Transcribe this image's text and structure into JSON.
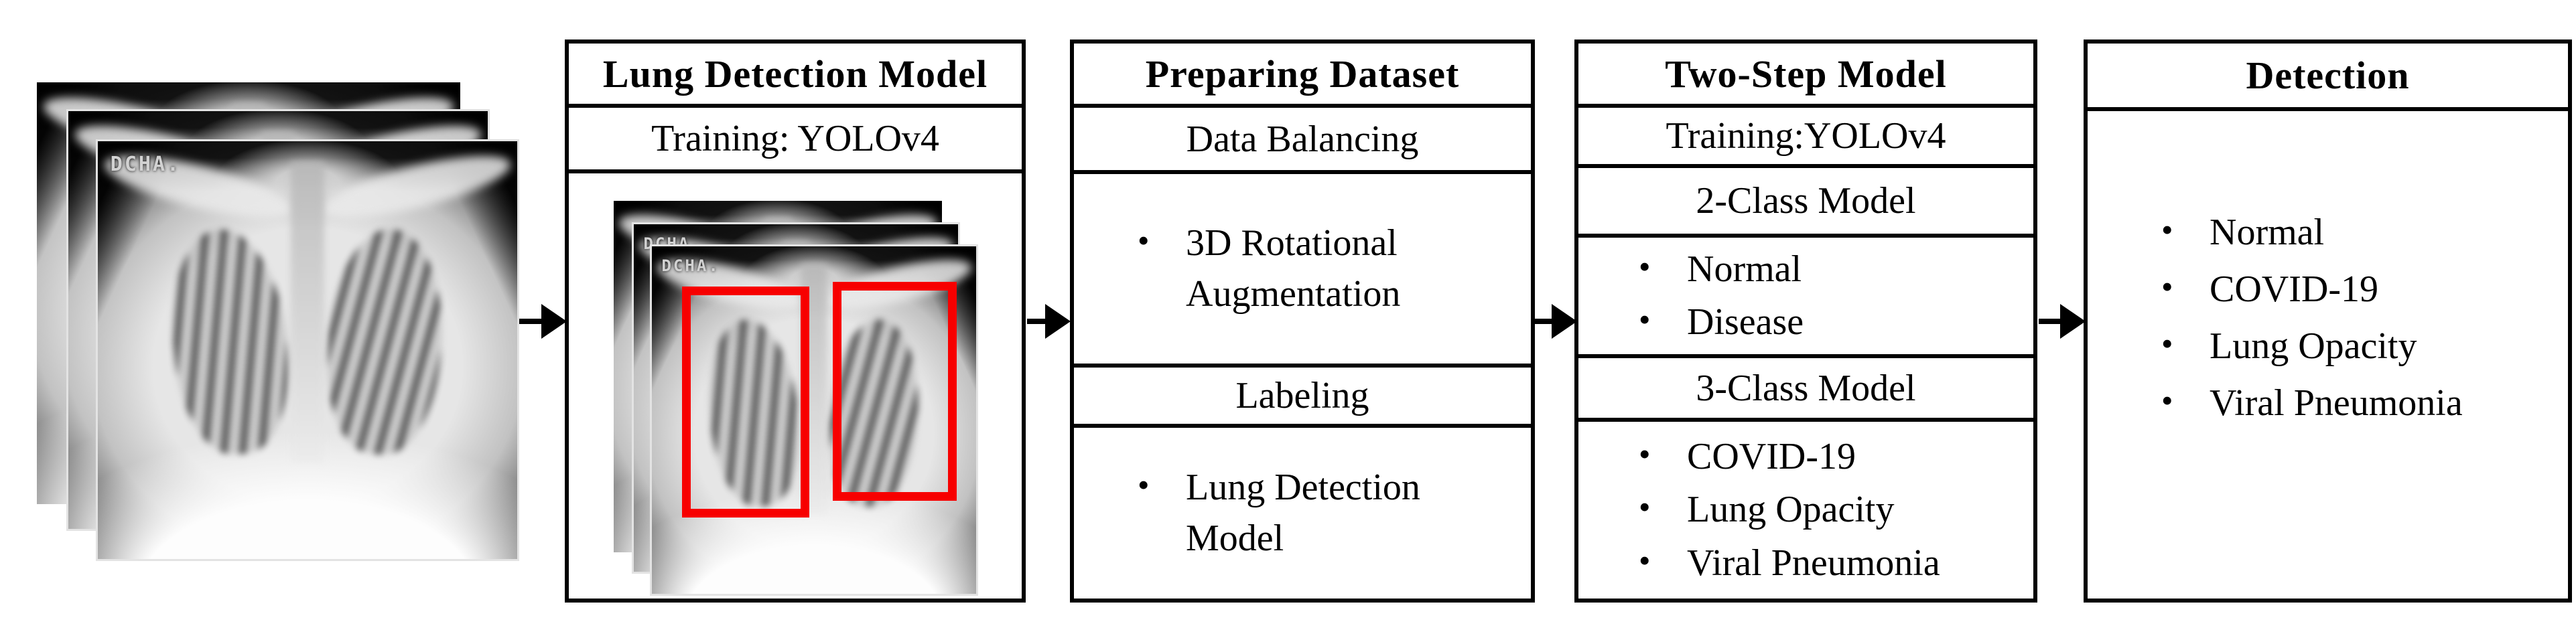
{
  "diagram": {
    "bullet_char": "•",
    "xray_label": "DCHA.",
    "colors": {
      "bbox_red": "#f70000",
      "line_black": "#000000",
      "background": "#ffffff"
    },
    "stages": {
      "lung_detection": {
        "title": "Lung Detection Model",
        "training": "Training: YOLOv4"
      },
      "preparing_dataset": {
        "title": "Preparing Dataset",
        "section1_header": "Data Balancing",
        "section1_items": [
          "3D Rotational Augmentation"
        ],
        "section2_header": "Labeling",
        "section2_items": [
          "Lung Detection Model"
        ]
      },
      "two_step_model": {
        "title": "Two-Step Model",
        "training": "Training:YOLOv4",
        "model2_header": "2-Class Model",
        "model2_items": [
          "Normal",
          "Disease"
        ],
        "model3_header": "3-Class Model",
        "model3_items": [
          "COVID-19",
          "Lung Opacity",
          "Viral Pneumonia"
        ]
      },
      "detection": {
        "title": "Detection",
        "items": [
          "Normal",
          "COVID-19",
          "Lung Opacity",
          "Viral Pneumonia"
        ]
      }
    }
  }
}
